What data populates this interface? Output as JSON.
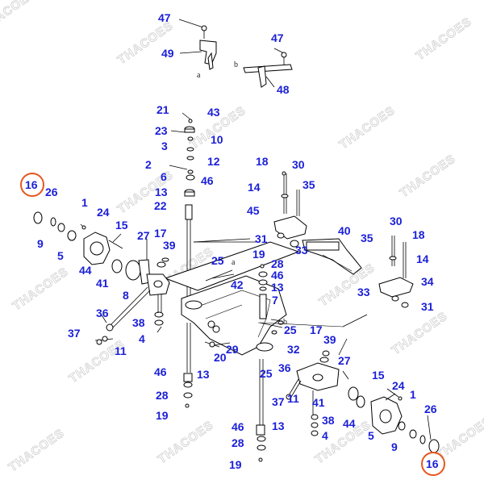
{
  "watermark": "THACOES",
  "highlight_color": "#e8551e",
  "label_color": "#1b1fd6",
  "callouts": [
    {
      "id": "c47a",
      "text": "47"
    },
    {
      "id": "c49",
      "text": "49"
    },
    {
      "id": "c47b",
      "text": "47"
    },
    {
      "id": "c48",
      "text": "48"
    },
    {
      "id": "c21",
      "text": "21"
    },
    {
      "id": "c43",
      "text": "43"
    },
    {
      "id": "c23",
      "text": "23"
    },
    {
      "id": "c10",
      "text": "10"
    },
    {
      "id": "c3a",
      "text": "3"
    },
    {
      "id": "c12",
      "text": "12"
    },
    {
      "id": "c2",
      "text": "2"
    },
    {
      "id": "c6",
      "text": "6"
    },
    {
      "id": "c46a",
      "text": "46"
    },
    {
      "id": "c13a",
      "text": "13"
    },
    {
      "id": "c22",
      "text": "22"
    },
    {
      "id": "c16a",
      "text": "16"
    },
    {
      "id": "c26a",
      "text": "26"
    },
    {
      "id": "c1a",
      "text": "1"
    },
    {
      "id": "c24a",
      "text": "24"
    },
    {
      "id": "c15a",
      "text": "15"
    },
    {
      "id": "c9a",
      "text": "9"
    },
    {
      "id": "c5a",
      "text": "5"
    },
    {
      "id": "c44a",
      "text": "44"
    },
    {
      "id": "c41a",
      "text": "41"
    },
    {
      "id": "c27a",
      "text": "27"
    },
    {
      "id": "c17a",
      "text": "17"
    },
    {
      "id": "c39a",
      "text": "39"
    },
    {
      "id": "c8",
      "text": "8"
    },
    {
      "id": "c36a",
      "text": "36"
    },
    {
      "id": "c38a",
      "text": "38"
    },
    {
      "id": "c37a",
      "text": "37"
    },
    {
      "id": "c4a",
      "text": "4"
    },
    {
      "id": "c11a",
      "text": "11"
    },
    {
      "id": "c18a",
      "text": "18"
    },
    {
      "id": "c30a",
      "text": "30"
    },
    {
      "id": "c14a",
      "text": "14"
    },
    {
      "id": "c35a",
      "text": "35"
    },
    {
      "id": "c45",
      "text": "45"
    },
    {
      "id": "c31a",
      "text": "31"
    },
    {
      "id": "c33a",
      "text": "33"
    },
    {
      "id": "c40",
      "text": "40"
    },
    {
      "id": "c25a",
      "text": "25"
    },
    {
      "id": "c42",
      "text": "42"
    },
    {
      "id": "c19a",
      "text": "19"
    },
    {
      "id": "c28a",
      "text": "28"
    },
    {
      "id": "c46b",
      "text": "46"
    },
    {
      "id": "c13b",
      "text": "13"
    },
    {
      "id": "c7",
      "text": "7"
    },
    {
      "id": "c30b",
      "text": "30"
    },
    {
      "id": "c18b",
      "text": "18"
    },
    {
      "id": "c35b",
      "text": "35"
    },
    {
      "id": "c14b",
      "text": "14"
    },
    {
      "id": "c34",
      "text": "34"
    },
    {
      "id": "c33b",
      "text": "33"
    },
    {
      "id": "c31b",
      "text": "31"
    },
    {
      "id": "c25b",
      "text": "25"
    },
    {
      "id": "c29",
      "text": "29"
    },
    {
      "id": "c20",
      "text": "20"
    },
    {
      "id": "c17b",
      "text": "17"
    },
    {
      "id": "c39b",
      "text": "39"
    },
    {
      "id": "c32",
      "text": "32"
    },
    {
      "id": "c27b",
      "text": "27"
    },
    {
      "id": "c36b",
      "text": "36"
    },
    {
      "id": "c25c",
      "text": "25"
    },
    {
      "id": "c46c",
      "text": "46"
    },
    {
      "id": "c13c",
      "text": "13"
    },
    {
      "id": "c28b",
      "text": "28"
    },
    {
      "id": "c19b",
      "text": "19"
    },
    {
      "id": "c37b",
      "text": "37"
    },
    {
      "id": "c11b",
      "text": "11"
    },
    {
      "id": "c41b",
      "text": "41"
    },
    {
      "id": "c15b",
      "text": "15"
    },
    {
      "id": "c24b",
      "text": "24"
    },
    {
      "id": "c1b",
      "text": "1"
    },
    {
      "id": "c26b",
      "text": "26"
    },
    {
      "id": "c38b",
      "text": "38"
    },
    {
      "id": "c44b",
      "text": "44"
    },
    {
      "id": "c4b",
      "text": "4"
    },
    {
      "id": "c5b",
      "text": "5"
    },
    {
      "id": "c9b",
      "text": "9"
    },
    {
      "id": "c16b",
      "text": "16"
    },
    {
      "id": "c46d",
      "text": "46"
    },
    {
      "id": "c13d",
      "text": "13"
    },
    {
      "id": "c28c",
      "text": "28"
    },
    {
      "id": "c19c",
      "text": "19"
    }
  ],
  "sub_labels": [
    {
      "id": "sa1",
      "text": "a"
    },
    {
      "id": "sb1",
      "text": "b"
    },
    {
      "id": "sa2",
      "text": "a"
    },
    {
      "id": "sb2",
      "text": "b"
    }
  ]
}
